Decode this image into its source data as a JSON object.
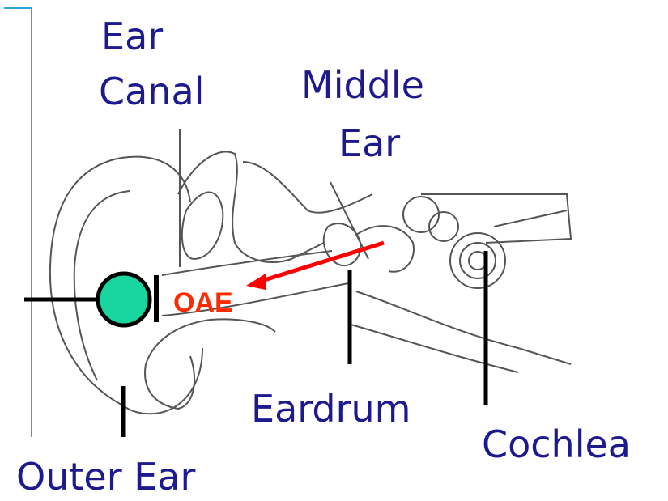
{
  "labels": {
    "ear": "Ear",
    "canal": "Canal",
    "middle": "Middle",
    "middle_ear": "Ear",
    "eardrum": "Eardrum",
    "cochlea": "Cochlea",
    "outer_ear": "Outer Ear",
    "oae": "OAE"
  },
  "colors": {
    "label_text": "#1c1a8e",
    "oae_text": "#ff2a00",
    "arrow": "#ff0000",
    "probe_fill": "#19d6a0",
    "frame_line": "#2aa7d6",
    "drawing_line": "#555555"
  }
}
